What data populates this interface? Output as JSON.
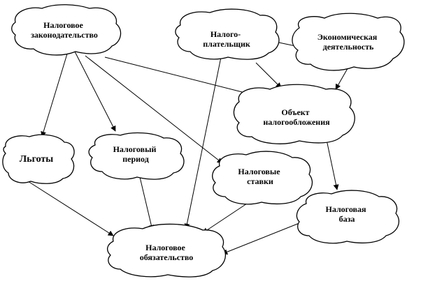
{
  "nodes": [
    {
      "id": "law",
      "lines": [
        "Налоговое",
        "законодательство"
      ]
    },
    {
      "id": "payer",
      "lines": [
        "Налого-",
        "плательщик"
      ]
    },
    {
      "id": "econ",
      "lines": [
        "Экономическая",
        "деятельность"
      ]
    },
    {
      "id": "object",
      "lines": [
        "Объект",
        "налогообложения"
      ]
    },
    {
      "id": "benefits",
      "lines": [
        "Льготы"
      ]
    },
    {
      "id": "period",
      "lines": [
        "Налоговый",
        "период"
      ]
    },
    {
      "id": "rates",
      "lines": [
        "Налоговые",
        "ставки"
      ]
    },
    {
      "id": "base",
      "lines": [
        "Налоговая",
        "база"
      ]
    },
    {
      "id": "duty",
      "lines": [
        "Налоговое",
        "обязательство"
      ]
    }
  ],
  "edges": [
    {
      "from": "law",
      "to": "benefits"
    },
    {
      "from": "law",
      "to": "period"
    },
    {
      "from": "law",
      "to": "object"
    },
    {
      "from": "law",
      "to": "rates"
    },
    {
      "from": "payer",
      "to": "econ"
    },
    {
      "from": "payer",
      "to": "object"
    },
    {
      "from": "payer",
      "to": "duty"
    },
    {
      "from": "econ",
      "to": "object"
    },
    {
      "from": "object",
      "to": "base"
    },
    {
      "from": "benefits",
      "to": "duty"
    },
    {
      "from": "period",
      "to": "duty"
    },
    {
      "from": "rates",
      "to": "duty"
    },
    {
      "from": "base",
      "to": "duty"
    }
  ]
}
